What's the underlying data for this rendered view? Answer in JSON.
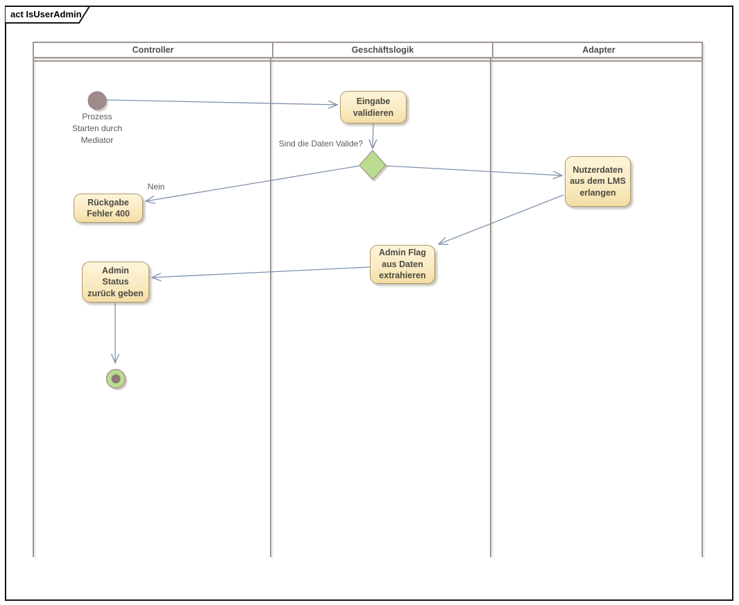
{
  "frame": {
    "label": "act IsUserAdmin"
  },
  "swimlanes": {
    "headers": [
      {
        "label": "Controller"
      },
      {
        "label": "Geschäftslogik"
      },
      {
        "label": "Adapter"
      }
    ]
  },
  "nodes": {
    "initial_label": "Prozess\nStarten durch\nMediator",
    "eingabe_validieren": "Eingabe\nvalidieren",
    "nutzerdaten": "Nutzerdaten\naus dem LMS\nerlangen",
    "rueckgabe_fehler": "Rückgabe\nFehler 400",
    "admin_flag": "Admin Flag\naus Daten\nextrahieren",
    "admin_status": "Admin\nStatus\nzurück geben"
  },
  "edge_labels": {
    "decision_question": "Sind die Daten Valide?",
    "nein": "Nein"
  },
  "colors": {
    "activity_fill_top": "#FDF4DA",
    "activity_fill_bottom": "#F4DEA6",
    "activity_border": "#AD9868",
    "decision_fill": "#BADC8E",
    "decision_border": "#A8A095",
    "initial_node_fill": "#9E8C8C",
    "final_node_ring": "#BADC8E",
    "final_node_core": "#8D7878",
    "edge_stroke": "#7E90AC",
    "lane_border": "#A29795",
    "frame_border": "#141414",
    "text": "#4C4A42"
  }
}
